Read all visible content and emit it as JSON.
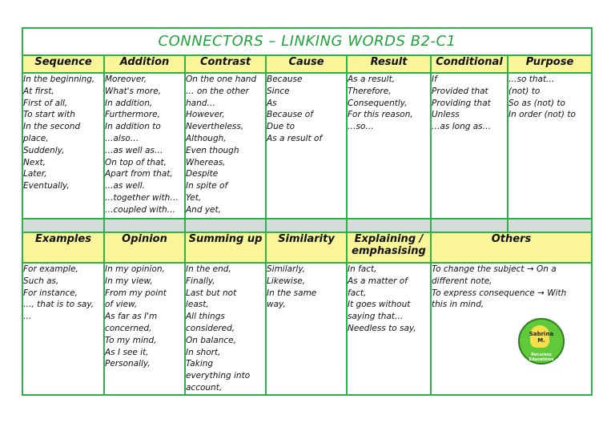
{
  "title": "CONNECTORS – LINKING WORDS B2-C1",
  "top_headers": [
    "Sequence",
    "Addition",
    "Contrast",
    "Cause",
    "Result",
    "Conditional",
    "Purpose"
  ],
  "top_columns": [
    [
      "In the beginning,",
      "At first,",
      "First of all,",
      "To start with",
      "In the second",
      "place,",
      "Suddenly,",
      "Next,",
      "Later,",
      "Eventually,"
    ],
    [
      "Moreover,",
      "What's more,",
      "In addition,",
      "Furthermore,",
      "In addition to",
      "…also…",
      "…as well as…",
      "On top of that,",
      "Apart from that,",
      "…as well.",
      "…together with…",
      "…coupled with…"
    ],
    [
      "On the one hand",
      "… on the other",
      "hand…",
      "However,",
      "Nevertheless,",
      "Although,",
      "Even though",
      "Whereas,",
      "Despite",
      "In spite of",
      "Yet,",
      "And yet,"
    ],
    [
      "Because",
      "Since",
      "As",
      "Because of",
      "Due to",
      "As a result of"
    ],
    [
      "As a result,",
      "Therefore,",
      "Consequently,",
      "For this reason,",
      "…so…"
    ],
    [
      "If",
      "Provided that",
      "Providing that",
      "Unless",
      "…as long as…"
    ],
    [
      "…so that…",
      "(not) to",
      "So as (not) to",
      "In order (not) to"
    ]
  ],
  "bottom_headers": [
    "Examples",
    "Opinion",
    "Summing up",
    "Similarity",
    "Explaining / emphasising",
    "Others"
  ],
  "bottom_columns": [
    [
      "For example,",
      "Such as,",
      "For instance,",
      "…, that is to say,",
      "…"
    ],
    [
      "In my opinion,",
      "In my view,",
      "From my point",
      "of view,",
      "As far as I'm",
      "concerned,",
      "To my mind,",
      "As I see it,",
      "Personally,"
    ],
    [
      "In the end,",
      "Finally,",
      "Last but not",
      "least,",
      "All things",
      "considered,",
      "On balance,",
      "In short,",
      "Taking",
      "everything into",
      "account,"
    ],
    [
      "Similarly,",
      "Likewise,",
      "In the same",
      "way,"
    ],
    [
      "In fact,",
      "As a matter of",
      "fact,",
      "It goes without",
      "saying that…",
      "Needless to say,"
    ],
    [
      "To change the subject → On a",
      "different note,",
      "To express consequence → With",
      "this in mind,"
    ]
  ],
  "logo": {
    "name_line1": "Sabrina",
    "name_line2": "M.",
    "tagline": "Recursos Educativos"
  },
  "colors": {
    "border": "#2db24a",
    "header_bg": "#fbf59a",
    "title": "#1fa33a",
    "gap": "#d6dcdb"
  }
}
